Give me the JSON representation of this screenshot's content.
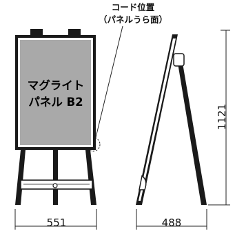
{
  "callout": {
    "line1": "コード位置",
    "line2": "（パネルうら面）"
  },
  "panel": {
    "line1": "マグライト",
    "line2": "パネル B2"
  },
  "dimensions": {
    "front_width": "551",
    "side_depth": "488",
    "height": "1121"
  },
  "colors": {
    "panel_fill": "#a9a9a9",
    "frame": "#1a1a1a",
    "line": "#222222"
  }
}
